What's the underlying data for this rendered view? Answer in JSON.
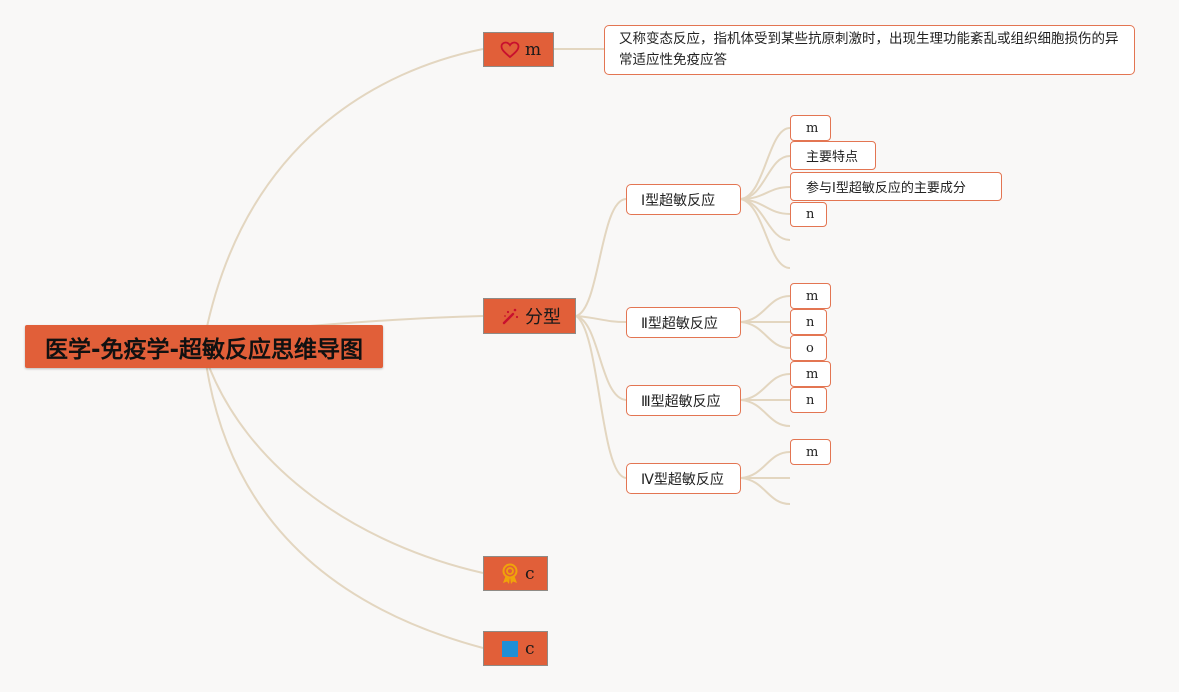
{
  "root": {
    "title": "医学-免疫学-超敏反应思维导图"
  },
  "branches": {
    "definition": {
      "label": "m",
      "icon": "heart-icon",
      "text": "又称变态反应，指机体受到某些抗原刺激时，出现生理功能紊乱或组织细胞损伤的异常适应性免疫应答"
    },
    "classification": {
      "label": "分型",
      "icon": "wand-icon",
      "types": [
        {
          "label": "Ⅰ型超敏反应",
          "children": [
            "m",
            "主要特点",
            "参与Ⅰ型超敏反应的主要成分",
            "n"
          ]
        },
        {
          "label": "Ⅱ型超敏反应",
          "children": [
            "m",
            "n",
            "o"
          ]
        },
        {
          "label": "Ⅲ型超敏反应",
          "children": [
            "m",
            "n"
          ]
        },
        {
          "label": "Ⅳ型超敏反应",
          "children": [
            "m"
          ]
        }
      ]
    },
    "branch3": {
      "label": "c",
      "icon": "award-ribbon-icon"
    },
    "branch4": {
      "label": "c",
      "icon": "blue-square-icon"
    }
  },
  "colors": {
    "accent": "#e15f39",
    "node_border": "#e37552",
    "link": "#e3d6c0",
    "background": "#f9f8f7",
    "award_icon": "#f0a30a",
    "square_icon": "#1f8fd6"
  }
}
